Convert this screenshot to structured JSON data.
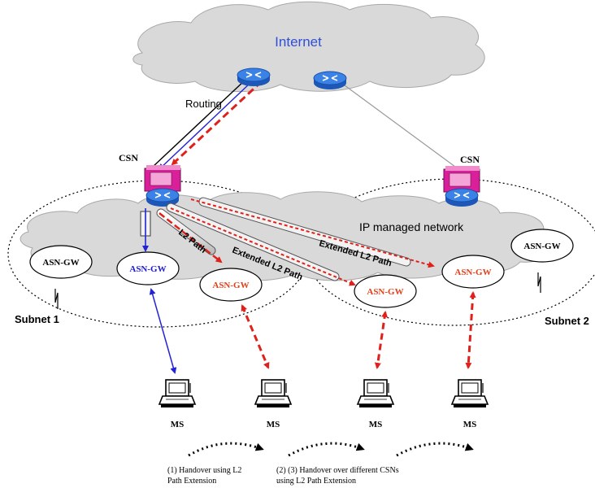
{
  "labels": {
    "internet": "Internet",
    "routing": "Routing",
    "csn_left": "CSN",
    "csn_right": "CSN",
    "ip_network": "IP managed network",
    "subnet1": "Subnet 1",
    "subnet2": "Subnet 2",
    "l2_path": "L2 Path",
    "extended_l2_path_a": "Extended L2 Path",
    "extended_l2_path_b": "Extended L2 Path"
  },
  "asn_gw": {
    "label": "ASN-GW",
    "colors": {
      "normal": "#000000",
      "serving": "#1b1bd0",
      "target": "#e0401a"
    }
  },
  "ms": {
    "label": "MS"
  },
  "captions": {
    "handover1": {
      "line1": "(1) Handover using L2",
      "line2": "Path Extension"
    },
    "handover23": {
      "line1": "(2) (3)  Handover over different CSNs",
      "line2": "using L2 Path Extension"
    }
  },
  "colors": {
    "cloud": "#d9d9d9",
    "cloud_stroke": "#a8a8a8",
    "router": "#2c6fd6",
    "csn_box": "#d9209a",
    "blue_link": "#2323d6",
    "red_link": "#e0201a",
    "internet_text": "#2f4fd6"
  }
}
